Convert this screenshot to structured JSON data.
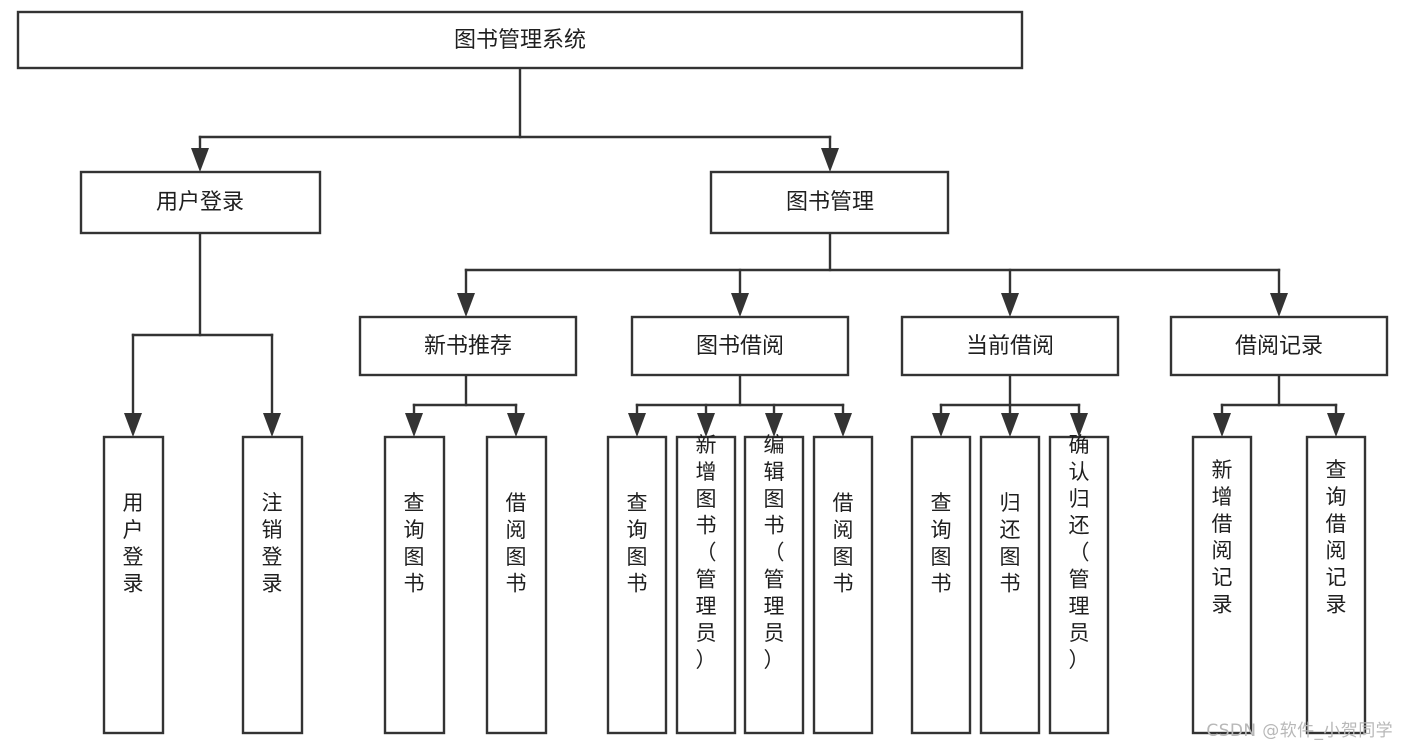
{
  "diagram": {
    "title": "图书管理系统",
    "type": "tree",
    "watermark": "CSDN @软件_小贺同学",
    "colors": {
      "box_fill": "#ffffff",
      "box_stroke": "#333333",
      "text": "#1f1f1f",
      "watermark": "#b8b8b8",
      "background": "#ffffff"
    },
    "levels": {
      "root": {
        "label": "图书管理系统"
      },
      "level2": [
        {
          "label": "用户登录"
        },
        {
          "label": "图书管理"
        }
      ],
      "level3": [
        {
          "label": "新书推荐"
        },
        {
          "label": "图书借阅"
        },
        {
          "label": "当前借阅"
        },
        {
          "label": "借阅记录"
        }
      ]
    },
    "leaves": {
      "user_login": [
        {
          "label": "用户登录"
        },
        {
          "label": "注销登录"
        }
      ],
      "new_book_recommend": [
        {
          "label": "查询图书"
        },
        {
          "label": "借阅图书"
        }
      ],
      "book_borrow": [
        {
          "label": "查询图书"
        },
        {
          "label": "新增图书（管理员）"
        },
        {
          "label": "编辑图书（管理员）"
        },
        {
          "label": "借阅图书"
        }
      ],
      "current_borrow": [
        {
          "label": "查询图书"
        },
        {
          "label": "归还图书"
        },
        {
          "label": "确认归还（管理员）"
        }
      ],
      "borrow_record": [
        {
          "label": "新增借阅记录"
        },
        {
          "label": "查询借阅记录"
        }
      ]
    }
  }
}
